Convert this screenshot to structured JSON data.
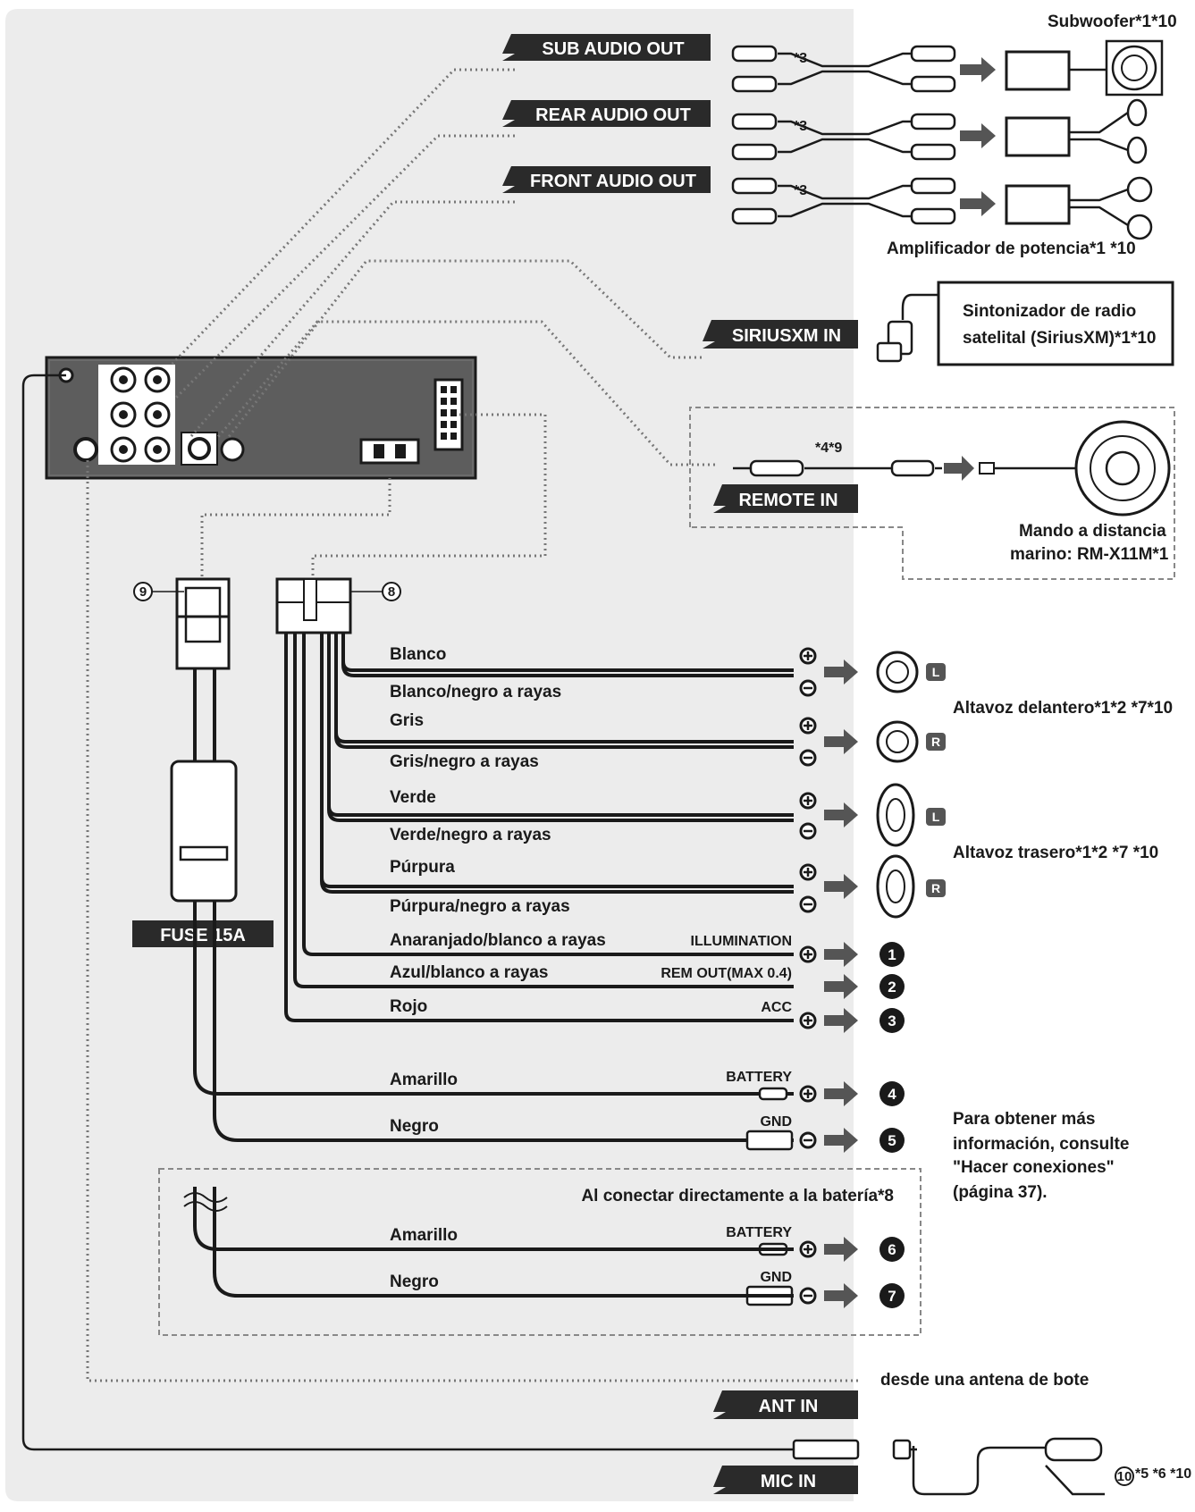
{
  "output_tags": {
    "sub": "SUB AUDIO OUT",
    "rear": "REAR AUDIO OUT",
    "front": "FRONT AUDIO OUT",
    "siriusxm": "SIRIUSXM IN",
    "remote": "REMOTE IN",
    "fuse": "FUSE 15A",
    "ant": "ANT IN",
    "mic": "MIC IN"
  },
  "rca_note": "*3",
  "remote_note": "*4*9",
  "subwoofer_label": "Subwoofer*1*10",
  "amp_label": "Amplificador de potencia*1 *10",
  "sirius_box": {
    "line1": "Sintonizador de radio",
    "line2": "satelital (SiriusXM)*1*10"
  },
  "remote_caption": {
    "line1": "Mando a distancia",
    "line2": "marino: RM-X11M*1"
  },
  "connector_numbers": {
    "left": "9",
    "right": "8",
    "mic": "10"
  },
  "wires": [
    {
      "label": "Blanco"
    },
    {
      "label": "Blanco/negro a rayas"
    },
    {
      "label": "Gris"
    },
    {
      "label": "Gris/negro a rayas"
    },
    {
      "label": "Verde"
    },
    {
      "label": "Verde/negro a rayas"
    },
    {
      "label": "Púrpura"
    },
    {
      "label": "Púrpura/negro a rayas"
    },
    {
      "label": "Anaranjado/blanco a rayas",
      "func": "ILLUMINATION",
      "num": "1"
    },
    {
      "label": "Azul/blanco a rayas",
      "func": "REM OUT(MAX 0.4)",
      "num": "2"
    },
    {
      "label": "Rojo",
      "func": "ACC",
      "num": "3"
    },
    {
      "label": "Amarillo",
      "func": "BATTERY",
      "num": "4"
    },
    {
      "label": "Negro",
      "func": "GND",
      "num": "5"
    }
  ],
  "battery_section": {
    "title": "Al conectar directamente a la batería*8",
    "wires": [
      {
        "label": "Amarillo",
        "func": "BATTERY",
        "num": "6"
      },
      {
        "label": "Negro",
        "func": "GND",
        "num": "7"
      }
    ]
  },
  "speakers": {
    "front_label": "Altavoz delantero*1*2 *7*10",
    "rear_label": "Altavoz trasero*1*2 *7 *10",
    "left": "L",
    "right": "R"
  },
  "more_info": [
    "Para obtener más",
    "información, consulte",
    "\"Hacer conexiones\"",
    "(página 37)."
  ],
  "antenna_label": "desde una antena de bote",
  "mic_note": "*5 *6 *10"
}
